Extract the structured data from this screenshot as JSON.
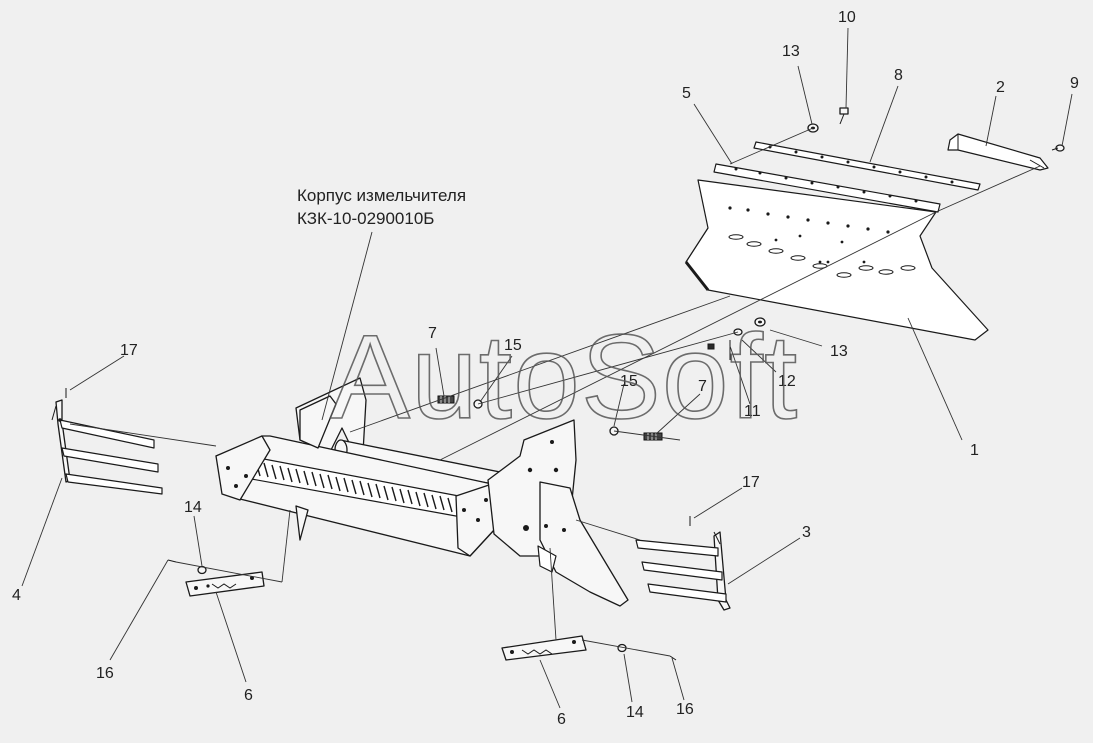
{
  "housing_label": {
    "line1": "Корпус измельчителя",
    "line2": "КЗК-10-0290010Б"
  },
  "watermark": "AutoSoft",
  "callouts": [
    "1",
    "2",
    "3",
    "4",
    "5",
    "6",
    "6",
    "7",
    "7",
    "8",
    "9",
    "10",
    "11",
    "12",
    "13",
    "13",
    "14",
    "14",
    "15",
    "15",
    "16",
    "16",
    "17",
    "17"
  ]
}
